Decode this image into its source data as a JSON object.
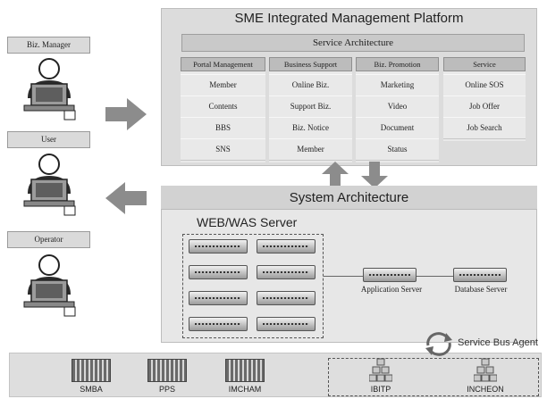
{
  "platform_title": "SME Integrated Management Platform",
  "service_architecture": {
    "title": "Service Architecture",
    "columns": [
      {
        "header": "Portal Management",
        "items": [
          "Member",
          "Contents",
          "BBS",
          "SNS"
        ]
      },
      {
        "header": "Business  Support",
        "items": [
          "Online Biz.",
          "Support Biz.",
          "Biz. Notice",
          "Member"
        ]
      },
      {
        "header": "Biz. Promotion",
        "items": [
          "Marketing",
          "Video",
          "Document",
          "Status"
        ]
      },
      {
        "header": "Service",
        "items": [
          "Online SOS",
          "Job Offer",
          "Job Search"
        ]
      }
    ]
  },
  "roles": [
    "Biz. Manager",
    "User",
    "Operator"
  ],
  "system_architecture": {
    "title": "System Architecture",
    "web_was_title": "WEB/WAS Server",
    "application_server": "Application Server",
    "database_server": "Database Server"
  },
  "service_bus": {
    "label": "Service Bus Agent",
    "orgs": [
      "SMBA",
      "PPS",
      "IMCHAM"
    ],
    "agents": [
      "IBITP",
      "INCHEON"
    ]
  }
}
